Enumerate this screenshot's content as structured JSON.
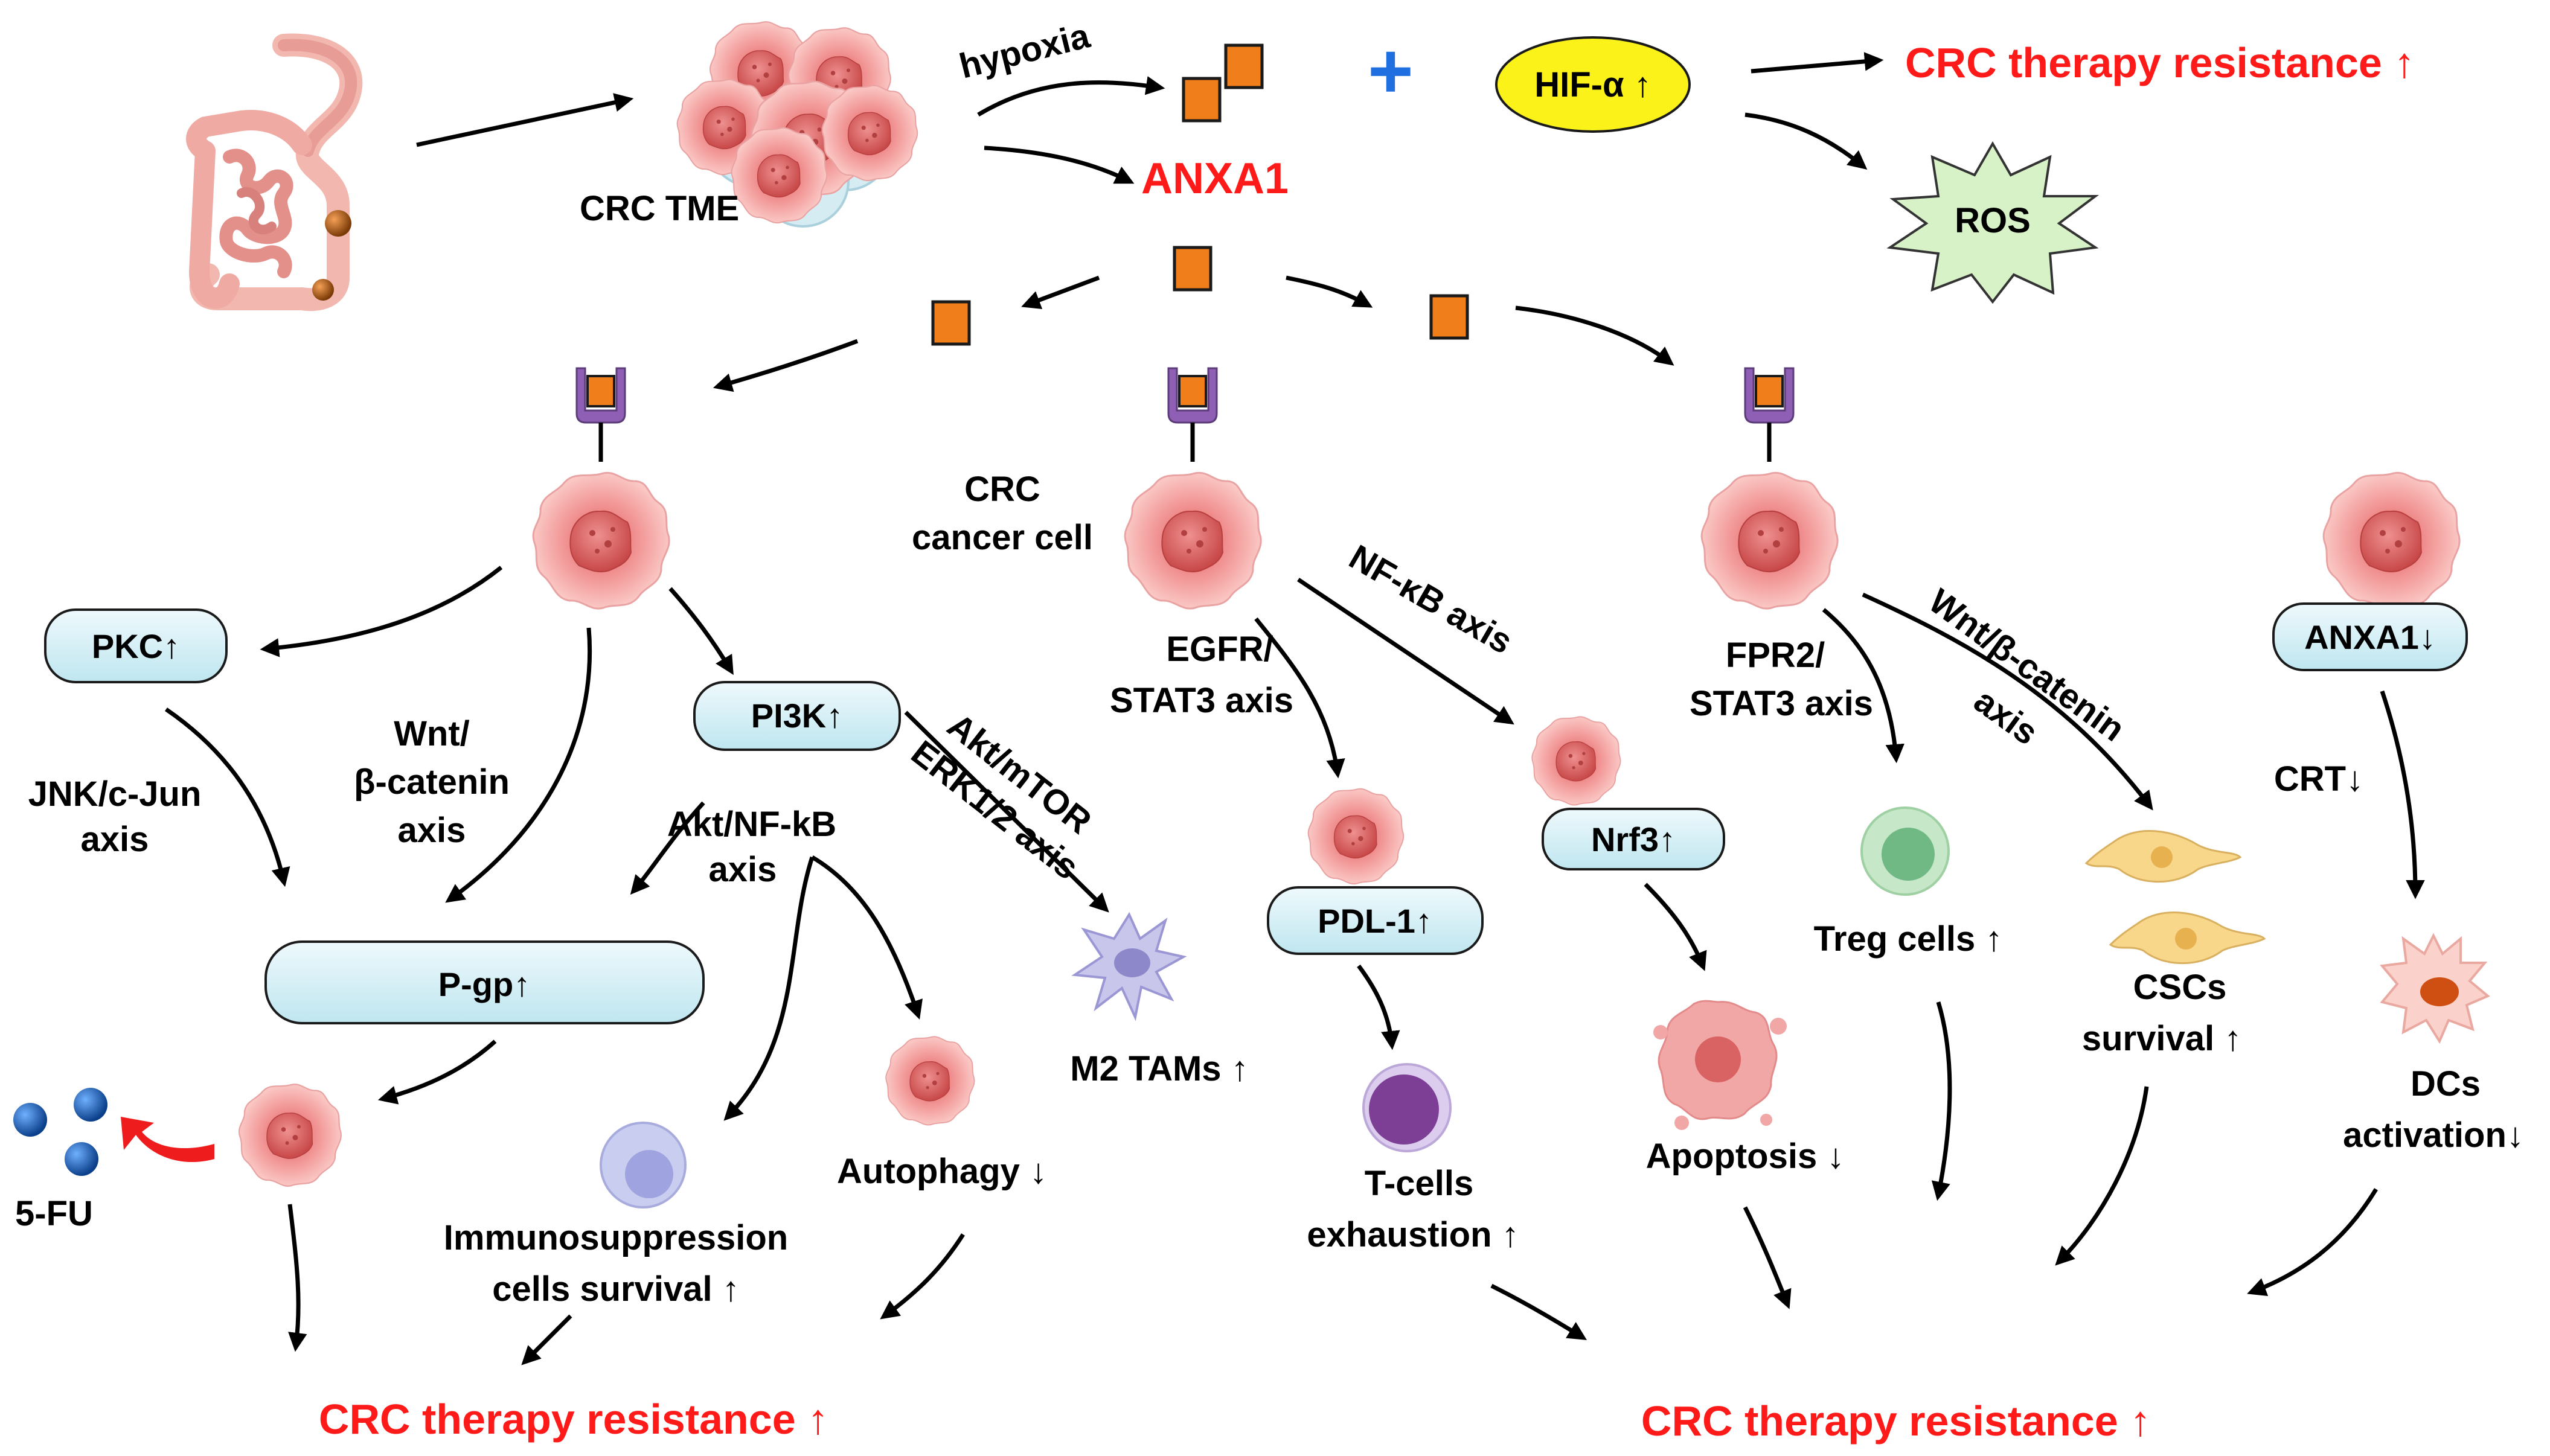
{
  "top": {
    "tme_label": "CRC TME",
    "hypoxia": "hypoxia",
    "anxa1": "ANXA1",
    "plus": "+",
    "hif": "HIF-α ↑",
    "ros": "ROS",
    "resistance_top": "CRC therapy resistance ↑"
  },
  "left": {
    "pkc": "PKC↑",
    "pi3k": "PI3K↑",
    "jnk_1": "JNK/c-Jun",
    "jnk_2": "axis",
    "wnt_1": "Wnt/",
    "wnt_2": "β-catenin",
    "wnt_3": "axis",
    "akt_nfkb_1": "Akt/NF-kB",
    "akt_nfkb_2": "axis",
    "akt_mtor": "Akt/mTOR",
    "erk": "ERK1/2 axis",
    "pgp": "P-gp↑",
    "fu": "5-FU",
    "immuno_1": "Immunosuppression",
    "immuno_2": "cells survival ↑",
    "autophagy": "Autophagy ↓",
    "m2": "M2 TAMs ↑",
    "resistance": "CRC therapy resistance ↑"
  },
  "middle": {
    "cell_1": "CRC",
    "cell_2": "cancer cell",
    "egfr_1": "EGFR/",
    "egfr_2": "STAT3 axis",
    "nfkb": "NF-κB  axis",
    "pdl1": "PDL-1↑",
    "nrf3": "Nrf3↑",
    "tcell_1": "T-cells",
    "tcell_2": "exhaustion ↑",
    "apoptosis": "Apoptosis ↓"
  },
  "right": {
    "fpr2_1": "FPR2/",
    "fpr2_2": "STAT3 axis",
    "wntb_1": "Wnt/β-catenin",
    "wntb_2": "axis",
    "treg": "Treg cells ↑",
    "cscs_1": "CSCs",
    "cscs_2": "survival ↑",
    "anxa1_down": "ANXA1↓",
    "crt": "CRT↓",
    "dcs_1": "DCs",
    "dcs_2": "activation↓",
    "resistance": "CRC therapy resistance ↑"
  }
}
